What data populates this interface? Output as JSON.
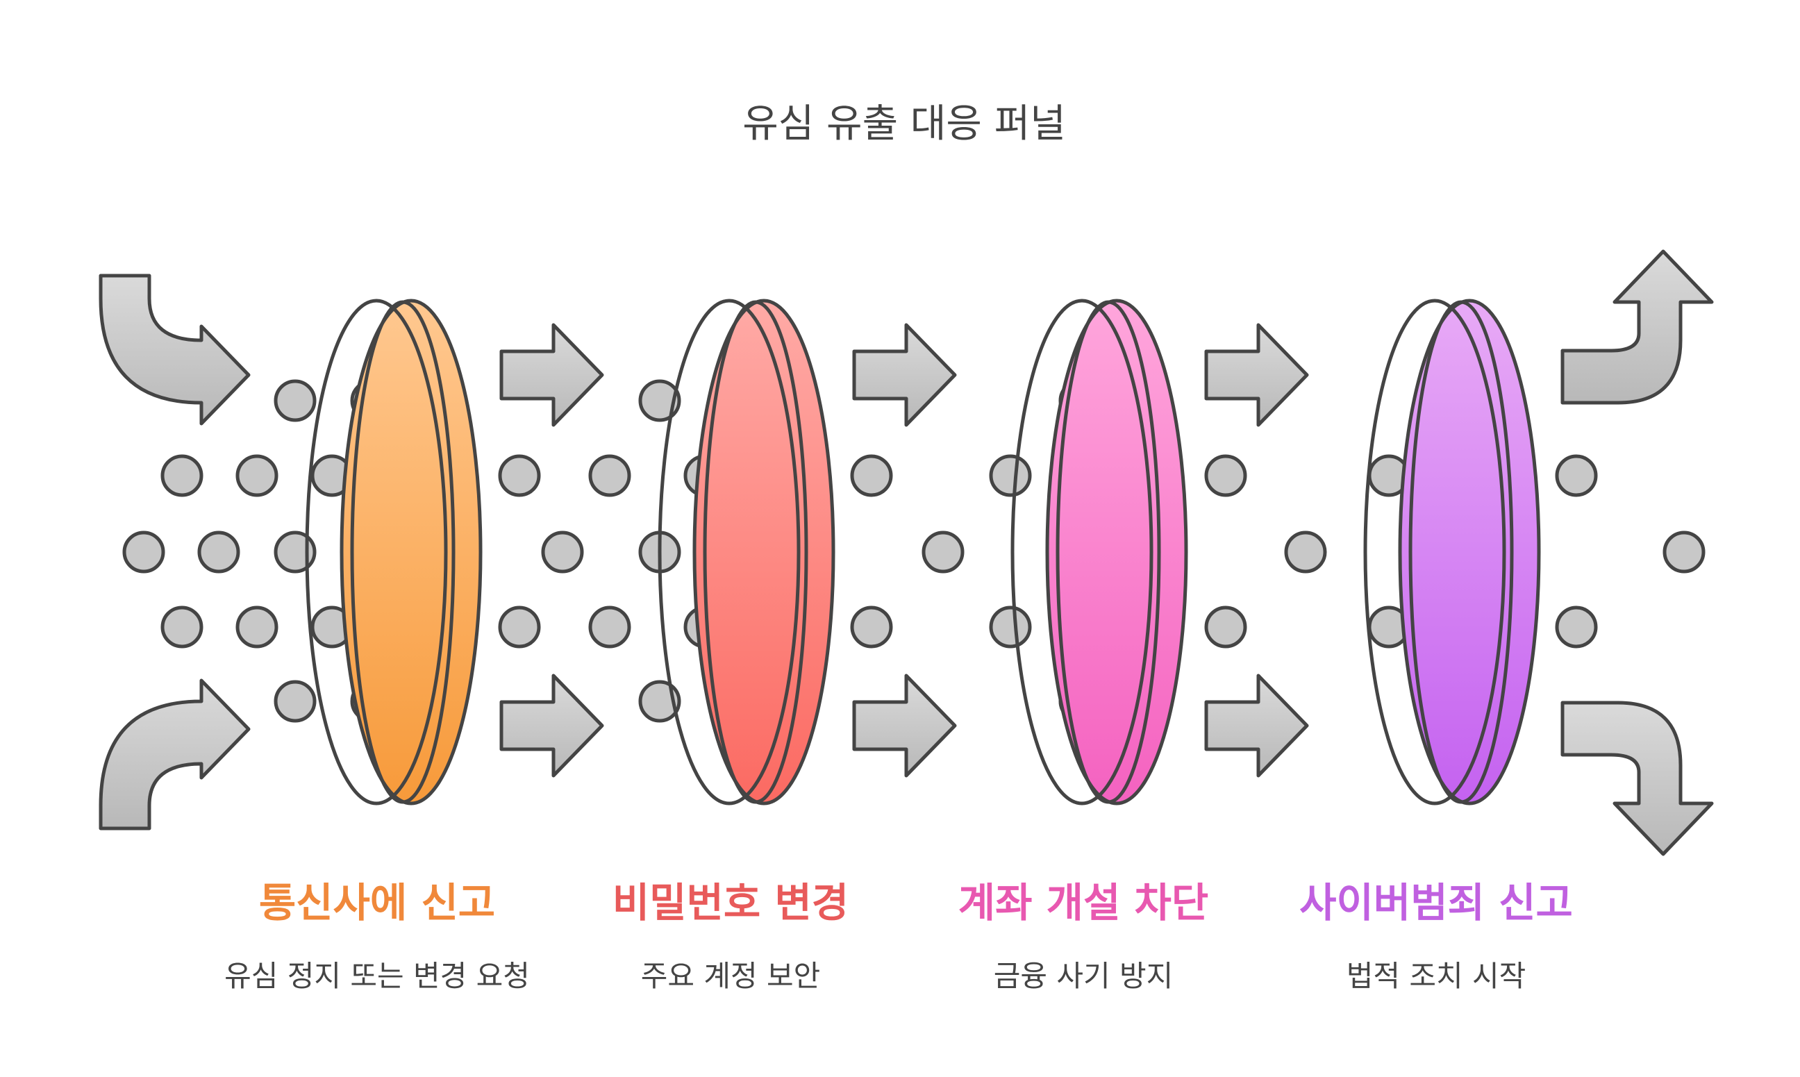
{
  "title": "유심 유출 대응 퍼널",
  "stages": [
    {
      "label": "통신사에 신고",
      "description": "유심 정지 또는 변경 요청",
      "color": "#f0883a",
      "ring_light": "#ffc890",
      "ring_dark": "#f79a3a"
    },
    {
      "label": "비밀번호 변경",
      "description": "주요 계정 보안",
      "color": "#e85a5a",
      "ring_light": "#ffaaa6",
      "ring_dark": "#fb6a62"
    },
    {
      "label": "계좌 개설 차단",
      "description": "금융 사기 방지",
      "color": "#e858b0",
      "ring_light": "#ffa6dc",
      "ring_dark": "#f462c0"
    },
    {
      "label": "사이버범죄 신고",
      "description": "법적 조치 시작",
      "color": "#c060e0",
      "ring_light": "#e8aaf6",
      "ring_dark": "#c462f0"
    }
  ]
}
